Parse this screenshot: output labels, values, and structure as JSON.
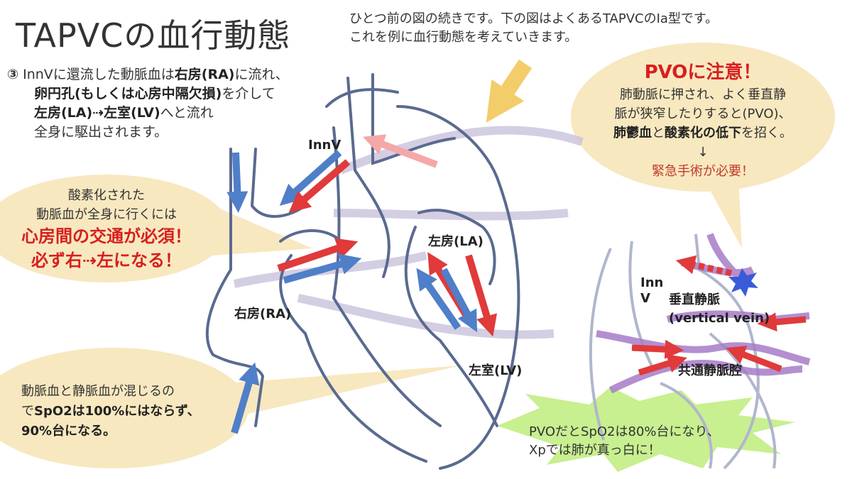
{
  "title": "TAPVCの血行動態",
  "note": [
    "ひとつ前の図の続きです。下の図はよくあるTAPVCのⅠa型です。",
    "これを例に血行動態を考えていきます。"
  ],
  "step": {
    "number": "③",
    "l1a": "InnVに還流した動脈血は",
    "l1b": "右房(RA)",
    "l1c": "に流れ、",
    "l2a": "卵円孔(もしくは心房中隔欠損)",
    "l2b": "を介して",
    "l3a": "左房(LA)⇢左室(LV)",
    "l3b": "へと流れ",
    "l4": "全身に駆出されます。"
  },
  "left_bubble": {
    "l1": "酸素化された",
    "l2": "動脈血が全身に行くには",
    "l3": "心房間の交通が必須！",
    "l4": "必ず右⇢左になる！"
  },
  "bottom_bubble": {
    "l1": "動脈血と静脈血が混じるの",
    "l2a": "で",
    "l2b": "SpO2は100%にはならず、",
    "l3": "90%台になる。"
  },
  "pvo_bubble": {
    "heading": "PVOに注意！",
    "l1": "肺動脈に押され、よく垂直静",
    "l2": "脈が狭窄したりすると(PVO)、",
    "l3a": "肺鬱血",
    "l3b": "と",
    "l3c": "酸素化の低下",
    "l3d": "を招く。",
    "arrow": "↓",
    "l4": "緊急手術が必要！"
  },
  "green_burst": {
    "l1": "PVOだとSpO2は80%台になり、",
    "l2": "Xpでは肺が真っ白に！"
  },
  "labels": {
    "innv": "InnV",
    "la": "左房(LA)",
    "ra": "右房(RA)",
    "lv": "左室(LV)",
    "inset_innv1": "Inn",
    "inset_innv2": "V",
    "vertical_vein": "垂直静脈",
    "vertical_vein_en": "(vertical vein)",
    "common_vein": "共通静脈腔"
  },
  "colors": {
    "arterial": "#e03a3a",
    "venous": "#4f7fc8",
    "outline": "#5a6a90",
    "bubble": "#f8e8c0",
    "burst": "#c8ef90",
    "pointer": "#f3cd6a",
    "pvo_mark": "#3a5ad8"
  }
}
